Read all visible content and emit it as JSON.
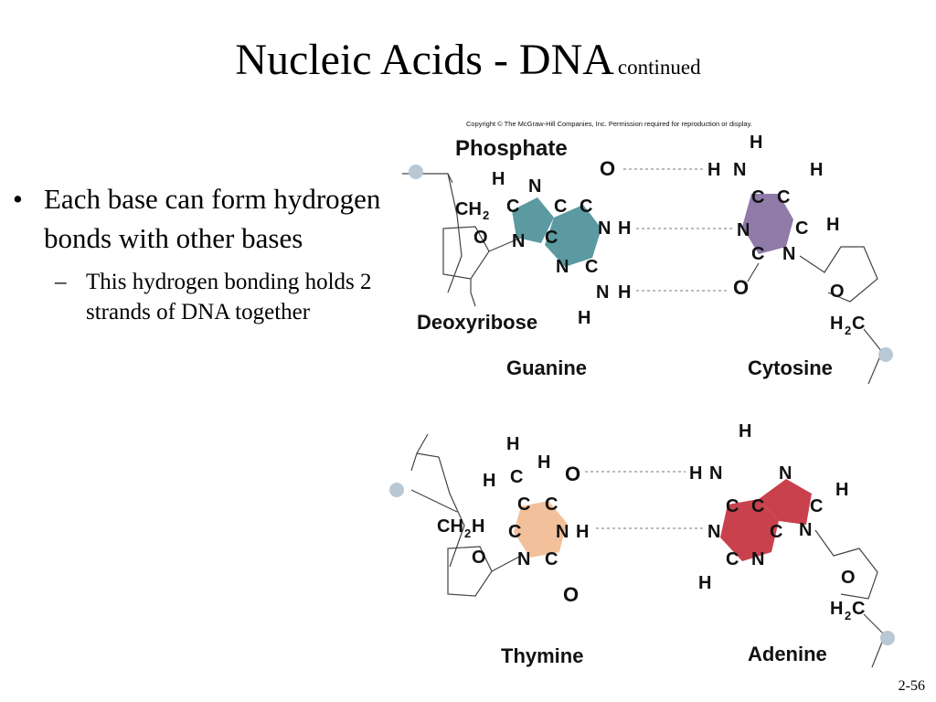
{
  "slide": {
    "title": "Nucleic Acids - DNA",
    "title_suffix": "continued",
    "bullet_marker": "•",
    "sub_marker": "–",
    "bullet": "Each base can form hydrogen bonds with other bases",
    "sub_bullet": "This hydrogen bonding holds 2 strands of DNA together",
    "slide_number": "2-56"
  },
  "diagram": {
    "copyright": "Copyright © The McGraw-Hill Companies, Inc. Permission required for reproduction or display.",
    "labels": {
      "phosphate": "Phosphate",
      "deoxyribose": "Deoxyribose",
      "guanine": "Guanine",
      "cytosine": "Cytosine",
      "thymine": "Thymine",
      "adenine": "Adenine"
    },
    "colors": {
      "guanine": "#5b9aa0",
      "cytosine": "#8f7aa8",
      "thymine": "#f2c09a",
      "adenine": "#c9414d",
      "phosphate_ball": "#b8c8d4"
    }
  }
}
